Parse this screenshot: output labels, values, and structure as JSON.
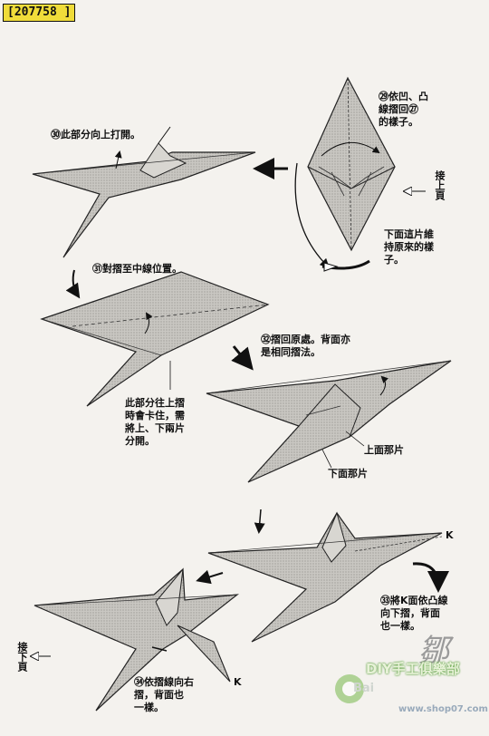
{
  "image_id": "[207758 ]",
  "steps": {
    "s29": "㉙依凹、凸\n線摺回㉗\n的樣子。",
    "s29b": "下面這片維\n持原來的樣\n子。",
    "s30": "㉚此部分向上打開。",
    "s31": "㉛對摺至中線位置。",
    "s31b": "此部分往上摺\n時會卡住，需\n將上、下兩片\n分開。",
    "s32": "㉜摺回原處。背面亦\n是相同摺法。",
    "s32_upper": "上面那片",
    "s32_lower": "下面那片",
    "s33": "㉝將K面依凸線\n向下摺，背面\n也一樣。",
    "s34": "㉞依摺線向右\n摺，背面也\n一樣。"
  },
  "labels": {
    "continue_top": "接上頁",
    "continue_bottom": "接下頁",
    "k_top": "K",
    "k_bottom": "K"
  },
  "watermark": {
    "main": "DIY手工俱樂部",
    "mid": "Bai",
    "sub": "www.shop07.com",
    "signature": "鄒"
  }
}
